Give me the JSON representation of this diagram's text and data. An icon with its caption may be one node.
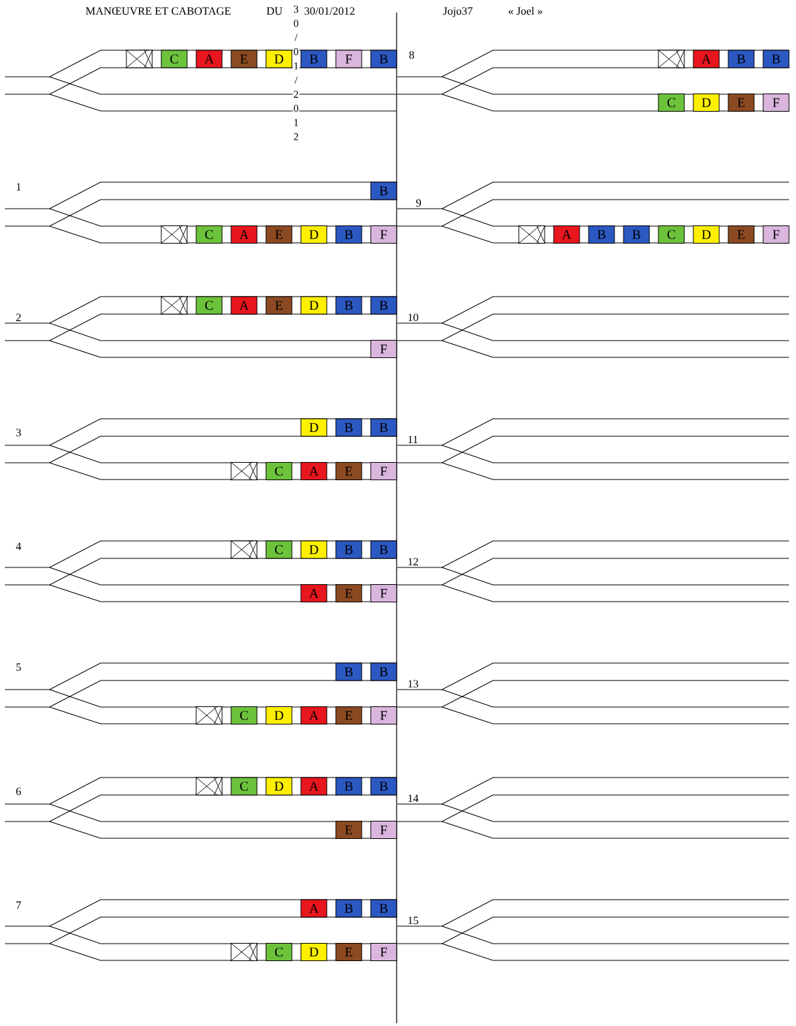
{
  "diagram": {
    "title": "MANŒUVRE ET CABOTAGE",
    "nodes": [
      {
        "text": [],
        "shape": "box"
      },
      {
        "text": [
          "C"
        ]
      },
      {
        "text": [
          "A"
        ]
      },
      {
        "text": [
          "E"
        ]
      },
      {
        "text": [
          "D"
        ]
      },
      {
        "text": [
          "B"
        ]
      },
      {
        "text": [
          "F"
        ]
      },
      {
        "text": [
          "B"
        ]
      },
      {
        "text": [],
        "shape": "box"
      },
      {
        "text": [
          "A"
        ]
      },
      {
        "text": [
          "B"
        ]
      },
      {
        "text": [
          "B"
        ]
      },
      {
        "text": [
          "C"
        ]
      },
      {
        "text": [
          "D"
        ]
      },
      {
        "text": [
          "E"
        ]
      },
      {
        "text": [
          "F"
        ]
      },
      {
        "text": [
          "B"
        ]
      },
      {
        "text": [],
        "shape": "box"
      },
      {
        "text": [
          "C"
        ]
      },
      {
        "text": [
          "A"
        ]
      },
      {
        "text": [
          "E"
        ]
      },
      {
        "text": [
          "D"
        ]
      },
      {
        "text": [
          "B"
        ]
      },
      {
        "text": [
          "F"
        ]
      },
      {
        "text": [],
        "shape": "box"
      },
      {
        "text": [
          "A"
        ]
      },
      {
        "text": [
          "B"
        ]
      },
      {
        "text": [
          "B"
        ]
      },
      {
        "text": [
          "C"
        ]
      },
      {
        "text": [
          "D"
        ]
      },
      {
        "text": [
          "E"
        ]
      },
      {
        "text": [
          "F"
        ]
      },
      {
        "text": [],
        "shape": "box"
      },
      {
        "text": [
          "C"
        ]
      },
      {
        "text": [
          "A"
        ]
      },
      {
        "text": [
          "E"
        ]
      },
      {
        "text": [
          "D"
        ]
      },
      {
        "text": [
          "B"
        ]
      },
      {
        "text": [
          "B"
        ]
      },
      {
        "text": [
          "F"
        ]
      },
      {
        "text": [
          "D"
        ]
      },
      {
        "text": [
          "B"
        ]
      },
      {
        "text": [
          "B"
        ]
      },
      {
        "text": [],
        "shape": "box"
      },
      {
        "text": [
          "C"
        ]
      },
      {
        "text": [
          "A"
        ]
      },
      {
        "text": [
          "E"
        ]
      },
      {
        "text": [
          "F"
        ]
      },
      {
        "text": [],
        "shape": "box"
      },
      {
        "text": [
          "C"
        ]
      },
      {
        "text": [
          "D"
        ]
      },
      {
        "text": [
          "B"
        ]
      },
      {
        "text": [
          "B"
        ]
      },
      {
        "text": [
          "A"
        ]
      },
      {
        "text": [
          "E"
        ]
      },
      {
        "text": [
          "F"
        ]
      },
      {
        "text": [
          "B"
        ]
      },
      {
        "text": [
          "B"
        ]
      },
      {
        "text": [],
        "shape": "box"
      },
      {
        "text": [
          "C"
        ]
      },
      {
        "text": [
          "D"
        ]
      },
      {
        "text": [
          "A"
        ]
      },
      {
        "text": [
          "E"
        ]
      },
      {
        "text": [
          "F"
        ]
      },
      {
        "text": [],
        "shape": "box"
      },
      {
        "text": [
          "C"
        ]
      },
      {
        "text": [
          "D"
        ]
      },
      {
        "text": [
          "A"
        ]
      },
      {
        "text": [
          "B"
        ]
      },
      {
        "text": [
          "B"
        ]
      },
      {
        "text": [
          "E"
        ]
      },
      {
        "text": [
          "F"
        ]
      },
      {
        "text": [
          "A"
        ]
      },
      {
        "text": [
          "B"
        ]
      },
      {
        "text": [
          "B"
        ]
      },
      {
        "text": [],
        "shape": "box"
      },
      {
        "text": [
          "C"
        ]
      },
      {
        "text": [
          "D"
        ]
      },
      {
        "text": [
          "E"
        ]
      },
      {
        "text": [
          "F"
        ]
      }
    ],
    "labels": [
      "DU",
      "3 0 / 0 1 / 2 0 1 2",
      "30/01/2012",
      "Jojo37",
      "« Joel »",
      "8",
      "1",
      "9",
      "2",
      "10",
      "3",
      "11",
      "4",
      "12",
      "5",
      "13",
      "6",
      "14",
      "7",
      "15"
    ]
  }
}
